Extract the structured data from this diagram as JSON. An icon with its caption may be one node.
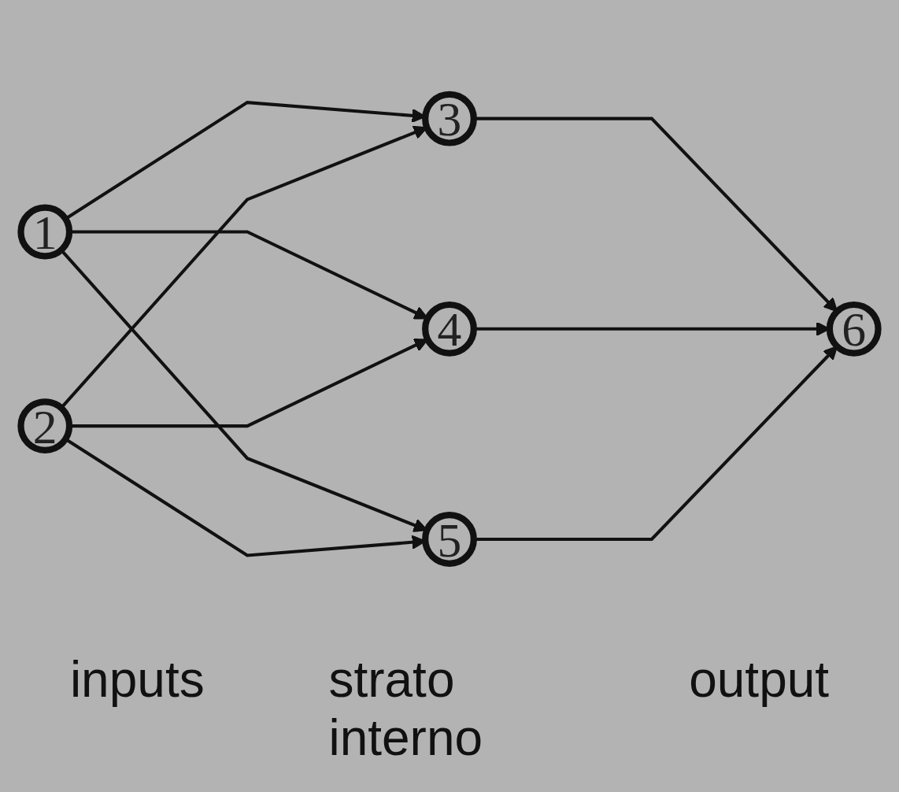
{
  "diagram": {
    "nodes": [
      {
        "text": [
          "1"
        ]
      },
      {
        "text": [
          "2"
        ]
      },
      {
        "text": [
          "3"
        ]
      },
      {
        "text": [
          "4"
        ]
      },
      {
        "text": [
          "5"
        ]
      },
      {
        "text": [
          "6"
        ]
      }
    ],
    "edges": [
      {
        "from": 0,
        "to": 2,
        "arrow": "to"
      },
      {
        "from": 0,
        "to": 3,
        "arrow": "to"
      },
      {
        "from": 0,
        "to": 4,
        "arrow": "to"
      },
      {
        "from": 1,
        "to": 2,
        "arrow": "to"
      },
      {
        "from": 1,
        "to": 3,
        "arrow": "to"
      },
      {
        "from": 1,
        "to": 4,
        "arrow": "to"
      },
      {
        "from": 2,
        "to": 5,
        "arrow": "to"
      },
      {
        "from": 3,
        "to": 5,
        "arrow": "to"
      },
      {
        "from": 4,
        "to": 5,
        "arrow": "to"
      }
    ],
    "labels": [
      "inputs",
      "strato interno",
      "output"
    ]
  }
}
